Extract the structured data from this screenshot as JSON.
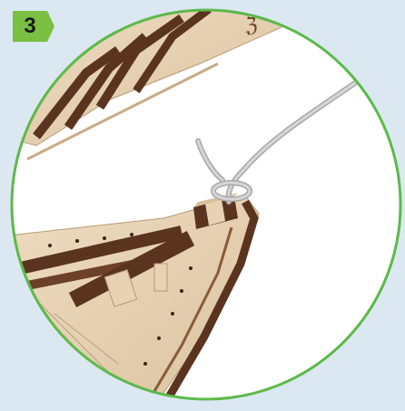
{
  "step": {
    "number": "3",
    "badge_color": "#7bc043",
    "text_color": "#1a1a1a"
  },
  "illustration": {
    "frame_color": "#5db94a",
    "background_color": "#dbe8f1",
    "wood_light": "#e7d2b4",
    "wood_dark": "#5b3420",
    "rope_color": "#c9c9c9",
    "icons": [
      "step-badge",
      "boat-hull",
      "rope",
      "bitt-post",
      "frame-ribs"
    ]
  }
}
